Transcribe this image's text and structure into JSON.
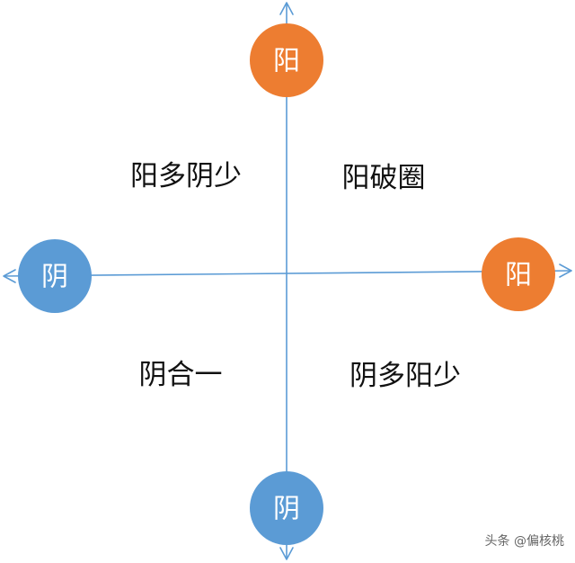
{
  "colors": {
    "yang": "#ed7d31",
    "yin": "#5b9bd5",
    "axis": "#5b9bd5",
    "text": "#111111"
  },
  "nodes": {
    "top": {
      "label": "阳",
      "kind": "yang"
    },
    "right": {
      "label": "阳",
      "kind": "yang"
    },
    "left": {
      "label": "阴",
      "kind": "yin"
    },
    "bottom": {
      "label": "阴",
      "kind": "yin"
    }
  },
  "quadrants": {
    "top_left": "阳多阴少",
    "top_right": "阳破圈",
    "bottom_left": "阴合一",
    "bottom_right": "阴多阳少"
  },
  "watermark": "头条 @偏核桃"
}
